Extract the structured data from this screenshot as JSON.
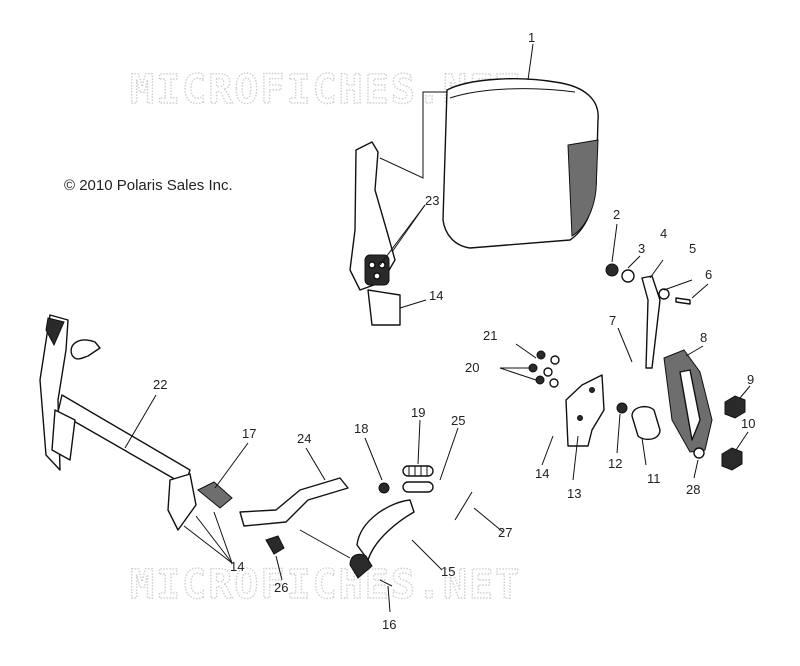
{
  "copyright": "© 2010 Polaris Sales Inc.",
  "watermark": "MICROFICHES.NET",
  "callouts": {
    "c1": "1",
    "c2": "2",
    "c3": "3",
    "c4": "4",
    "c5": "5",
    "c6": "6",
    "c7": "7",
    "c8": "8",
    "c9": "9",
    "c10": "10",
    "c11": "11",
    "c12": "12",
    "c13": "13",
    "c14a": "14",
    "c14b": "14",
    "c14c": "14",
    "c15": "15",
    "c16": "16",
    "c17": "17",
    "c18": "18",
    "c19": "19",
    "c20": "20",
    "c21": "21",
    "c22": "22",
    "c23": "23",
    "c24": "24",
    "c25": "25",
    "c26": "26",
    "c27": "27",
    "c28": "28"
  }
}
